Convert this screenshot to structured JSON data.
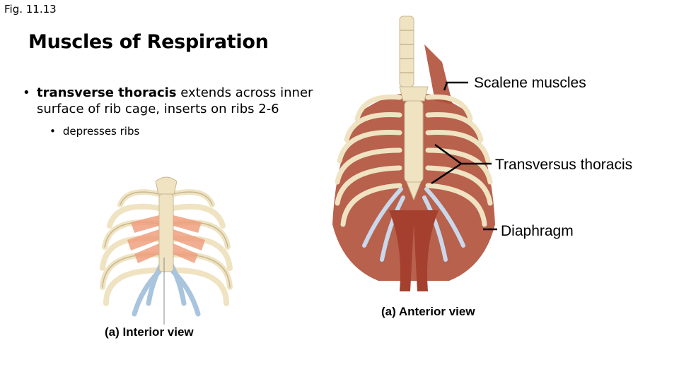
{
  "figure_label": "Fig. 11.13",
  "title": "Muscles of Respiration",
  "bullets": {
    "main_bold": "transverse thoracis",
    "main_rest": " extends across inner surface of rib cage, inserts on ribs 2-6",
    "sub": "depresses ribs"
  },
  "callouts": {
    "scalene": "Scalene muscles",
    "transversus": "Transversus thoracis",
    "diaphragm": "Diaphragm"
  },
  "captions": {
    "anterior": "(a) Anterior view",
    "interior": "(a) Interior view"
  },
  "colors": {
    "bone": "#efe3c2",
    "muscle": "#b0503a",
    "cartilage": "#a9c4dd",
    "muscle_light": "#f0a080"
  }
}
